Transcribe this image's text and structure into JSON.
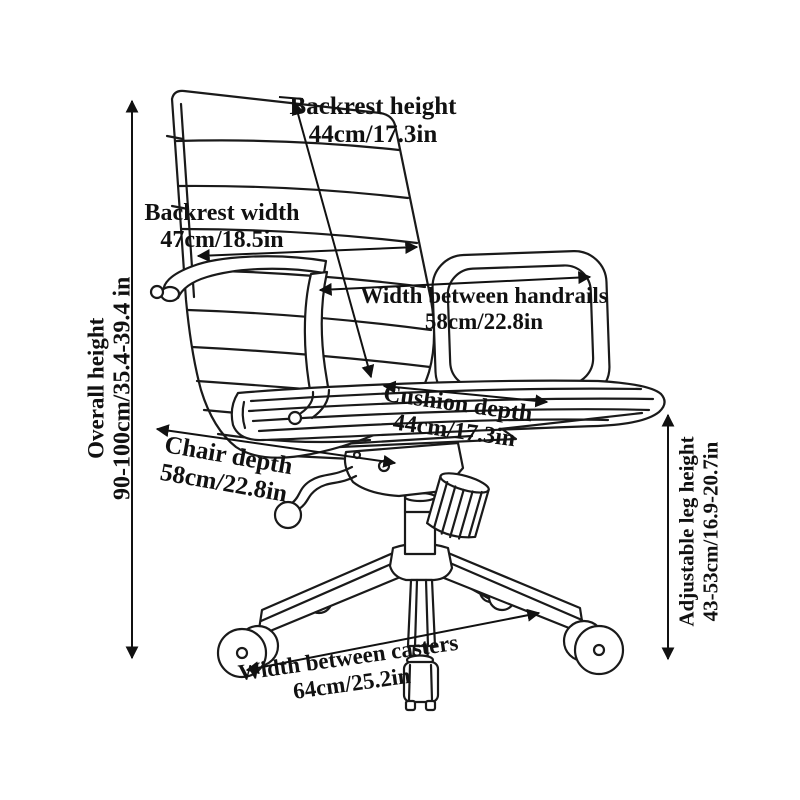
{
  "colors": {
    "line": "#1a1a1a",
    "arrow": "#111111",
    "background": "#ffffff"
  },
  "labels": {
    "backrest_height": {
      "title": "Backrest height",
      "value": "44cm/17.3in"
    },
    "backrest_width": {
      "title": "Backrest width",
      "value": "47cm/18.5in"
    },
    "width_between_handrails": {
      "title": "Width between handrails",
      "value": "58cm/22.8in"
    },
    "cushion_depth": {
      "title": "Cushion depth",
      "value": "44cm/17.3in"
    },
    "chair_depth": {
      "title": "Chair depth",
      "value": "58cm/22.8in"
    },
    "overall_height": {
      "title": "Overall height",
      "value": "90-100cm/35.4-39.4 in"
    },
    "adjustable_leg_height": {
      "title": "Adjustable leg height",
      "value": "43-53cm/16.9-20.7in"
    },
    "width_between_casters": {
      "title": "Width between casters",
      "value": "64cm/25.2in"
    }
  }
}
